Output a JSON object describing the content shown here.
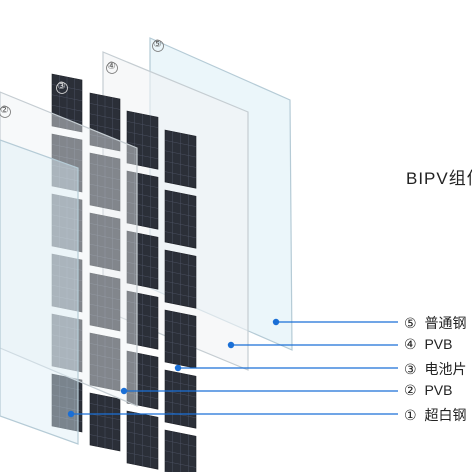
{
  "title": "BIPV组件",
  "layers": [
    {
      "num": "⑤",
      "label": "普通钢"
    },
    {
      "num": "④",
      "label": "PVB"
    },
    {
      "num": "③",
      "label": "电池片"
    },
    {
      "num": "②",
      "label": "PVB"
    },
    {
      "num": "①",
      "label": "超白钢"
    }
  ],
  "accent_color": "#1a6fd6"
}
